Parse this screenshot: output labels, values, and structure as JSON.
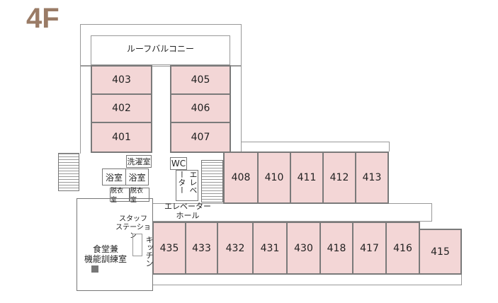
{
  "floor_label": "4F",
  "colors": {
    "floor_label": "#9a7b66",
    "room_fill": "#f3d6d6",
    "wall": "#7a7a7a"
  },
  "areas": {
    "roof_balcony": "ルーフバルコニー",
    "laundry": "洗濯室",
    "bath_1": "浴室",
    "bath_2": "浴室",
    "dressing_1": "脱衣室",
    "dressing_2": "脱衣室",
    "wc": "WC",
    "elevator": "エレベーター",
    "elevator_hall_line1": "エレベーター",
    "elevator_hall_line2": "ホール",
    "staff_station_line1": "スタッフ",
    "staff_station_line2": "ステーション",
    "kitchen": "キッチン",
    "dining_line1": "食堂兼",
    "dining_line2": "機能訓練室"
  },
  "rooms": {
    "left_column": [
      "403",
      "402",
      "401"
    ],
    "right_column": [
      "405",
      "406",
      "407"
    ],
    "middle_row": [
      "408",
      "410",
      "411",
      "412",
      "413"
    ],
    "bottom_row": [
      "435",
      "433",
      "432",
      "431",
      "430",
      "418",
      "417",
      "416",
      "415"
    ]
  }
}
